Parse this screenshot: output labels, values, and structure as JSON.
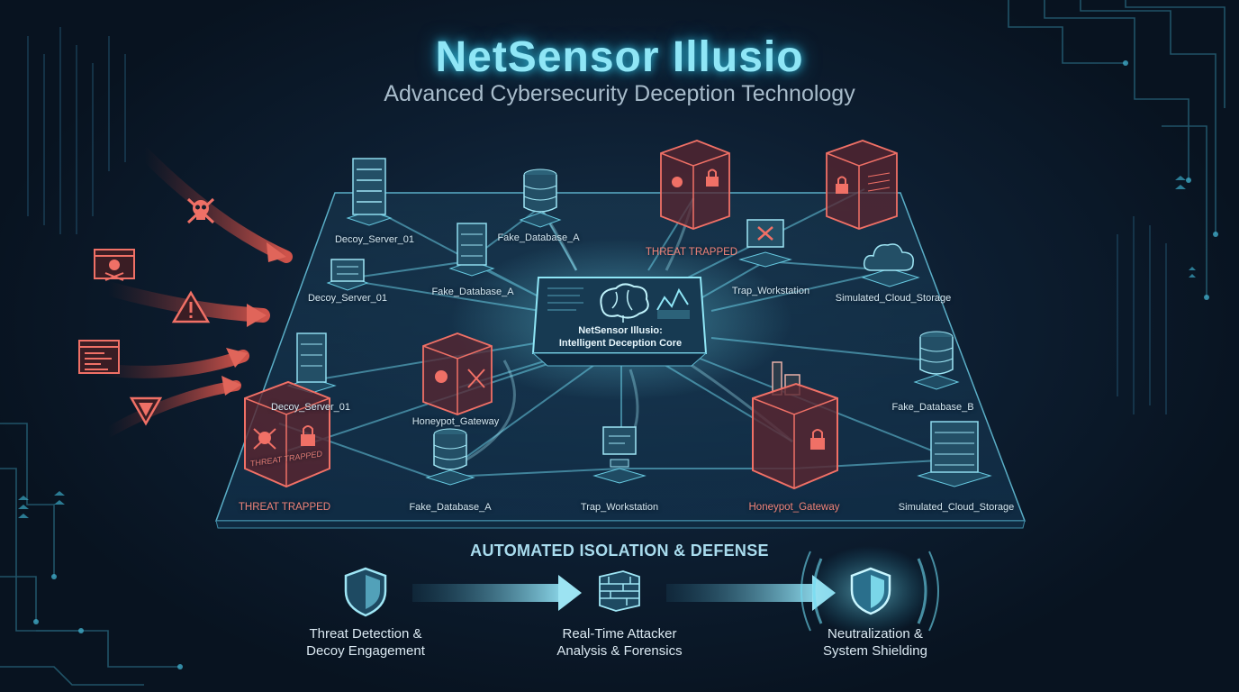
{
  "header": {
    "title": "NetSensor Illusio",
    "subtitle": "Advanced Cybersecurity Deception Technology"
  },
  "core": {
    "line1": "NetSensor Illusio:",
    "line2": "Intelligent Deception Core"
  },
  "nodes": [
    {
      "label": "Decoy_Server_01",
      "state": "decoy"
    },
    {
      "label": "Fake_Database_A",
      "state": "decoy"
    },
    {
      "label": "THREAT TRAPPED",
      "state": "trapped"
    },
    {
      "label": "Decoy_Server_01",
      "state": "decoy"
    },
    {
      "label": "Fake_Database_A",
      "state": "decoy"
    },
    {
      "label": "Trap_Workstation",
      "state": "decoy"
    },
    {
      "label": "Simulated_Cloud_Storage",
      "state": "decoy"
    },
    {
      "label": "Decoy_Server_01",
      "state": "decoy"
    },
    {
      "label": "Honeypot_Gateway",
      "state": "trapped"
    },
    {
      "label": "Fake_Database_B",
      "state": "decoy"
    },
    {
      "label": "THREAT TRAPPED",
      "state": "trapped"
    },
    {
      "label": "Fake_Database_A",
      "state": "decoy"
    },
    {
      "label": "Trap_Workstation",
      "state": "decoy"
    },
    {
      "label": "Honeypot_Gateway",
      "state": "trapped"
    },
    {
      "label": "Simulated_Cloud_Storage",
      "state": "decoy"
    }
  ],
  "cube_text": "THREAT TRAPPED",
  "attack_icons": [
    "skull-crossbones-icon",
    "malicious-window-icon",
    "warning-triangle-icon",
    "malicious-code-icon",
    "down-triangle-alert-icon"
  ],
  "defense": {
    "title": "AUTOMATED ISOLATION & DEFENSE",
    "stages": [
      {
        "line1": "Threat Detection &",
        "line2": "Decoy Engagement",
        "icon": "shield-icon"
      },
      {
        "line1": "Real-Time Attacker",
        "line2": "Analysis & Forensics",
        "icon": "firewall-icon"
      },
      {
        "line1": "Neutralization &",
        "line2": "System Shielding",
        "icon": "glowing-shield-icon"
      }
    ]
  },
  "colors": {
    "accent": "#8fe6f6",
    "decoy": "#7fd3e6",
    "threat": "#e8665c",
    "background": "#0d1e31"
  }
}
